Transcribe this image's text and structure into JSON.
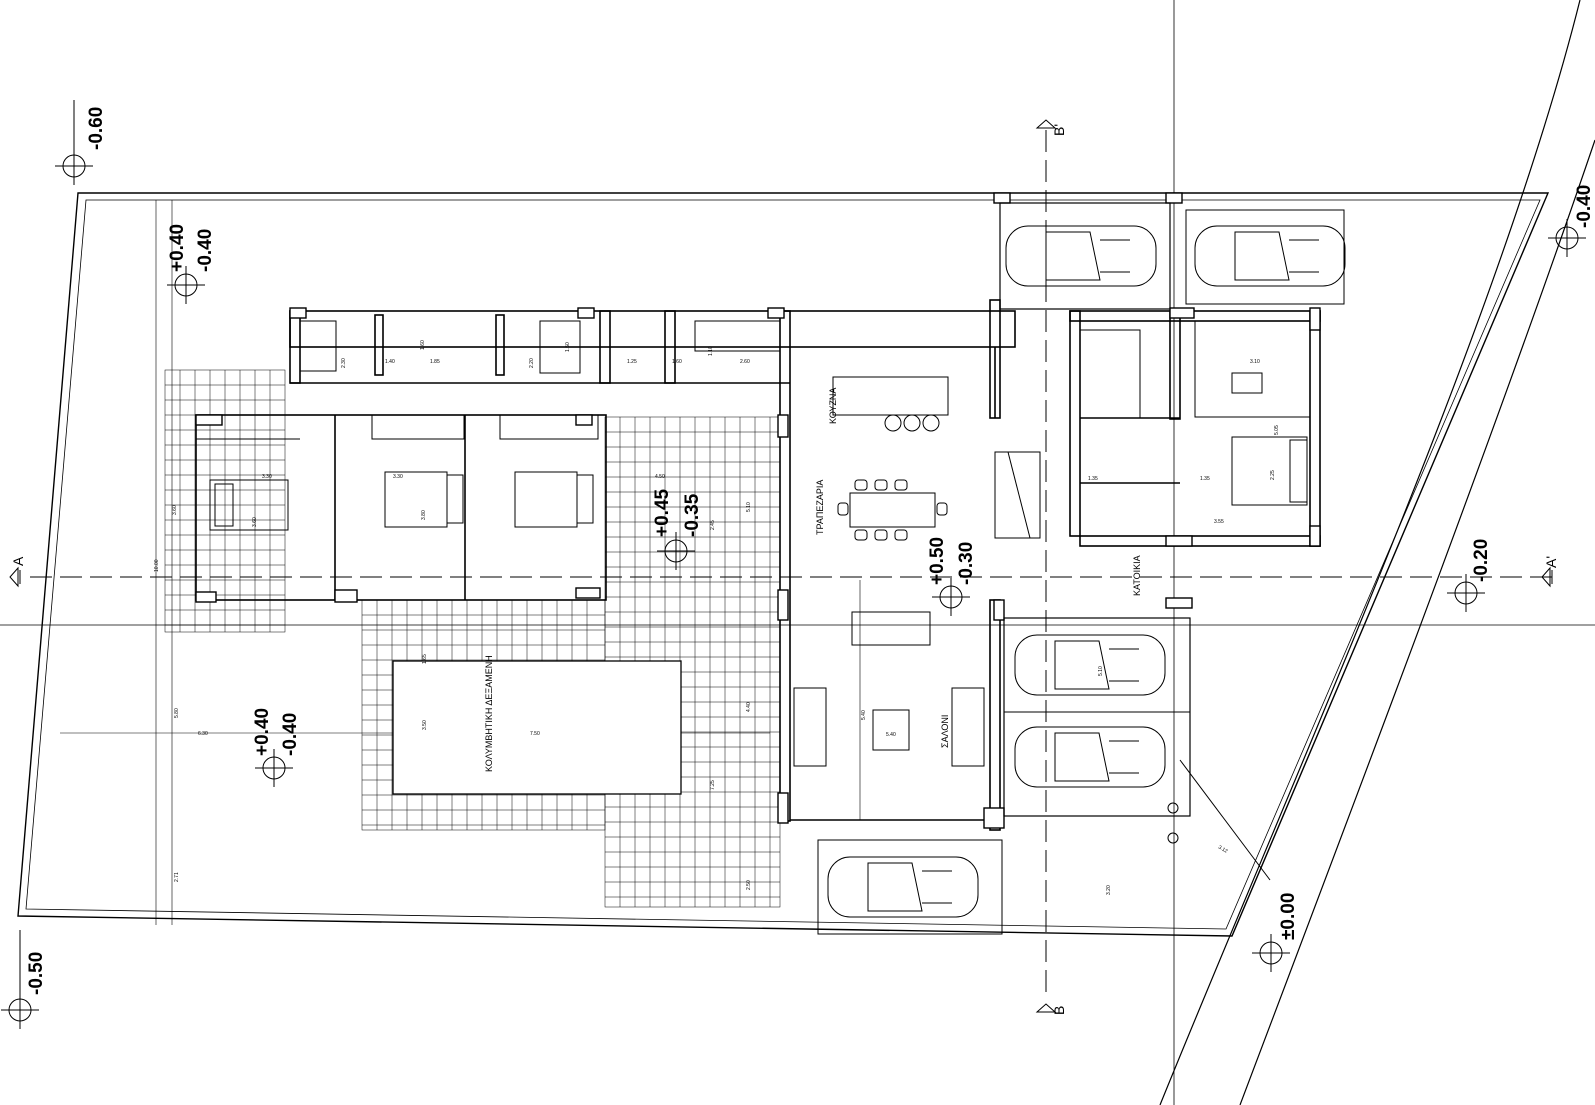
{
  "levels": [
    "-0.60",
    "+0.40",
    "-0.40",
    "-0.40",
    "+0.45",
    "-0.35",
    "+0.50",
    "-0.30",
    "-0.20",
    "+0.40",
    "-0.40",
    "±0.00",
    "-0.50"
  ],
  "rooms": {
    "kitchen": "ΚΟΥΖΝΑ",
    "dining": "ΤΡΑΠΕΖΑΡΙΑ",
    "living": "ΣΑΛΟΝΙ",
    "pool": "ΚΟΛΥΜΒΗΤΙΚΗ ΔΕΞΑΜΕΝΗ",
    "residence": "ΚΑΤΟΙΚΙΑ"
  },
  "sections": {
    "a": "A",
    "a_prime": "A'",
    "b": "B",
    "b_prime": "B'"
  },
  "dimensions": [
    "2.30",
    "1.40",
    "1.85",
    "1.60",
    "2.20",
    "1.50",
    "1.25",
    "1.60",
    "1.10",
    "2.60",
    "3.30",
    "3.30",
    "4.50",
    "3.60",
    "3.80",
    "3.60",
    "5.10",
    "2.25",
    "5.05",
    "3.10",
    "1.35",
    "1.35",
    "3.55",
    "7.50",
    "6.30",
    "5.80",
    "2.71",
    "5.40",
    "5.40",
    "3.20",
    "2.45",
    "4.40",
    "7.25",
    "2.50",
    "5.10",
    "10.00",
    "1.65",
    "3.50",
    "3.12"
  ]
}
